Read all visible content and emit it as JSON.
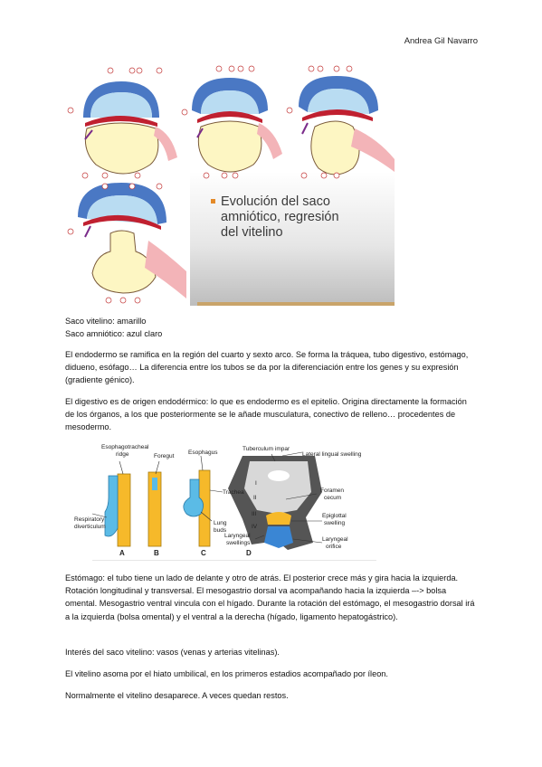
{
  "header": {
    "author": "Andrea Gil Navarro"
  },
  "figure1": {
    "caption_title": "Evolución del saco amniótico, regresión del vitelino"
  },
  "legend": {
    "line1": "Saco vitelino: amarillo",
    "line2": "Saco amniótico: azul claro"
  },
  "paragraphs": [
    "El endodermo se ramifica en la región del cuarto y sexto arco. Se forma la tráquea, tubo digestivo, estómago, didueno, esófago… La diferencia entre los tubos se da por la diferenciación entre los genes y su expresión (gradiente génico).",
    "El digestivo es de origen endodérmico: lo que es endodermo es el epitelio. Origina directamente la formación de los órganos, a los que posteriormente se le añade musculatura, conectivo de relleno… procedentes de mesodermo.",
    "Estómago: el tubo tiene un lado de delante y otro de atrás. El posterior crece más y gira hacia la izquierda. Rotación longitudinal y transversal. El mesogastrio dorsal va acompañando hacia la izquierda –-> bolsa omental. Mesogastrio ventral vincula con el hígado. Durante la rotación del estómago, el mesogastrio dorsal irá a la izquierda (bolsa omental) y el ventral a la derecha (hígado, ligamento hepatogástrico).",
    "Interés del saco vitelino: vasos (venas y arterias vitelinas).",
    "El vitelino asoma por el hiato umbilical, en los primeros estadios acompañado por íleon.",
    "Normalmente el vitelino desaparece. A veces quedan restos."
  ],
  "figure2": {
    "labels": {
      "esophagotracheal": "Esophagotracheal",
      "ridge": "ridge",
      "foregut": "Foregut",
      "esophagus": "Esophagus",
      "trachea": "Trachea",
      "respiratory1": "Respiratory",
      "respiratory2": "diverticulum",
      "lung1": "Lung",
      "lung2": "buds",
      "tuberculum": "Tuberculum impar",
      "lateral": "Lateral lingual swelling",
      "foramen1": "Foramen",
      "foramen2": "cecum",
      "epiglottal1": "Epiglottal",
      "epiglottal2": "swelling",
      "laryngeal_swellings1": "Laryngeal",
      "laryngeal_swellings2": "swellings",
      "laryngeal_orifice1": "Laryngeal",
      "laryngeal_orifice2": "orifice",
      "A": "A",
      "B": "B",
      "C": "C",
      "D": "D",
      "I": "I",
      "II": "II",
      "III": "III",
      "IV": "IV"
    }
  },
  "colors": {
    "yolk": "#fdf6c3",
    "amnion": "#b9dcf2",
    "mesoderm_blue": "#4a78c4",
    "pink": "#f3b4b8",
    "endoderm_yellow": "#f6b92a",
    "resp_blue": "#5bbbe6"
  }
}
